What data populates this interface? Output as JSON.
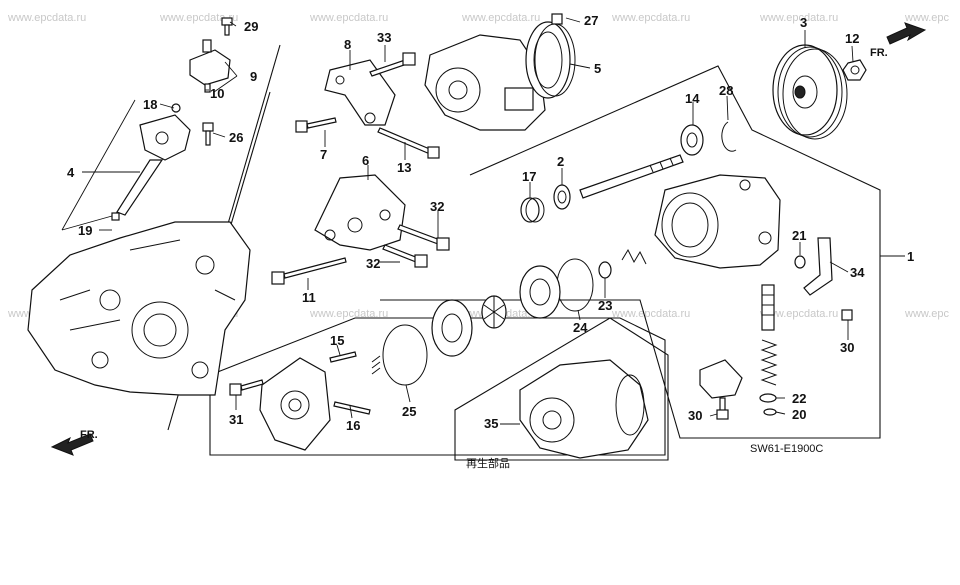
{
  "watermark": "www.epcdata.ru",
  "watermark_short": "www.epc",
  "diagram_code": "SW61-E1900C",
  "remanufactured_label": "再生部品",
  "direction_label": "FR.",
  "callouts": {
    "c1": "1",
    "c2": "2",
    "c3": "3",
    "c4": "4",
    "c5": "5",
    "c6": "6",
    "c7": "7",
    "c8": "8",
    "c9": "9",
    "c10": "10",
    "c11": "11",
    "c12": "12",
    "c13": "13",
    "c14": "14",
    "c15": "15",
    "c16": "16",
    "c17": "17",
    "c18": "18",
    "c19": "19",
    "c20": "20",
    "c21": "21",
    "c22": "22",
    "c23": "23",
    "c24": "24",
    "c25": "25",
    "c26": "26",
    "c27": "27",
    "c28": "28",
    "c29": "29",
    "c30a": "30",
    "c30b": "30",
    "c31": "31",
    "c32a": "32",
    "c32b": "32",
    "c33": "33",
    "c34": "34",
    "c35": "35"
  }
}
